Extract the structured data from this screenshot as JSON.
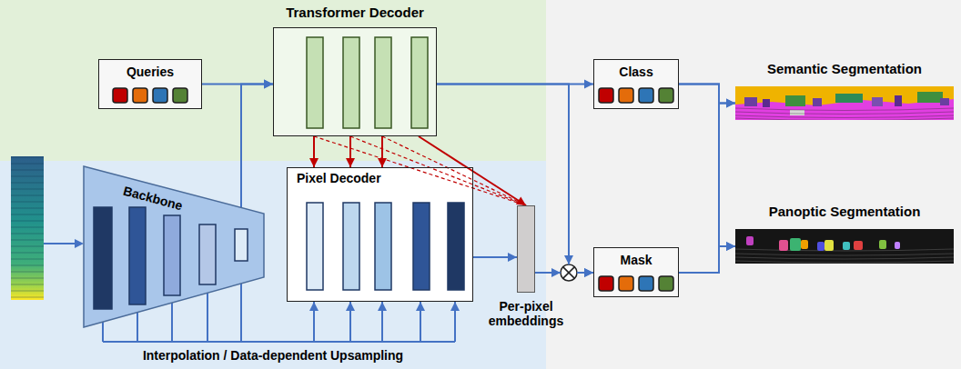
{
  "diagram": {
    "nodes": [
      {
        "text": [
          "Queries"
        ]
      },
      {
        "text": [
          "Transformer Decoder"
        ]
      },
      {
        "text": [
          "Backbone"
        ]
      },
      {
        "text": [
          "Pixel Decoder"
        ]
      },
      {
        "text": [
          "Per-pixel embeddings"
        ]
      },
      {
        "text": [
          "Class"
        ]
      },
      {
        "text": [
          "Mask"
        ]
      },
      {
        "text": [
          "Semantic Segmentation"
        ]
      },
      {
        "text": [
          "Panoptic Segmentation"
        ]
      }
    ],
    "edges": [
      {
        "from": 0,
        "to": 1,
        "arrow": "to"
      },
      {
        "from": 2,
        "to": 1,
        "arrow": "to"
      },
      {
        "from": 2,
        "to": 3,
        "arrow": "to"
      },
      {
        "from": 1,
        "to": 3,
        "arrow": "to"
      },
      {
        "from": 1,
        "to": 3,
        "arrow": "to"
      },
      {
        "from": 1,
        "to": 3,
        "arrow": "to"
      },
      {
        "from": 1,
        "to": 4,
        "arrow": "none"
      },
      {
        "from": 1,
        "to": 4,
        "arrow": "none"
      },
      {
        "from": 1,
        "to": 4,
        "arrow": "none"
      },
      {
        "from": 1,
        "to": 4,
        "arrow": "to"
      },
      {
        "from": 3,
        "to": 4,
        "arrow": "to"
      },
      {
        "from": 1,
        "to": 5,
        "arrow": "to"
      },
      {
        "from": 1,
        "to": 6,
        "arrow": "to"
      },
      {
        "from": 4,
        "to": 6,
        "arrow": "to"
      },
      {
        "from": 5,
        "to": 7,
        "arrow": "to"
      },
      {
        "from": 5,
        "to": 8,
        "arrow": "to"
      },
      {
        "from": 6,
        "to": 7,
        "arrow": "to"
      },
      {
        "from": 6,
        "to": 8,
        "arrow": "to"
      }
    ],
    "labels": [
      "Interpolation / Data-dependent Upsampling"
    ]
  }
}
